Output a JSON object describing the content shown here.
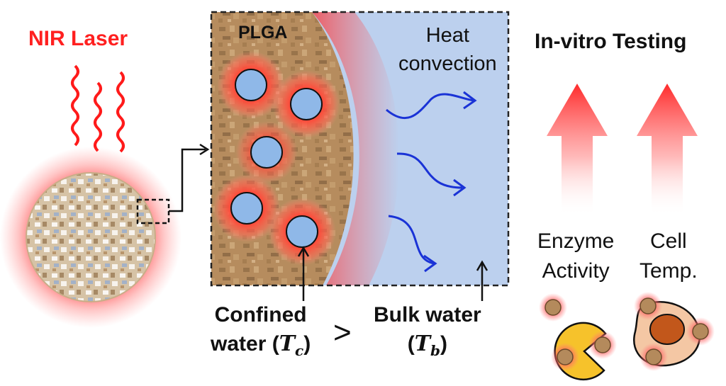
{
  "colors": {
    "laser_red": "#ff2020",
    "plga_brown": "#b48a5c",
    "confined_water_blue": "#8fb8e8",
    "bulk_water_blue": "#bcd0ee",
    "convection_arrow_blue": "#1a33d6",
    "arrow_red": "#ff3030",
    "enzyme_yellow": "#f6c22b",
    "cell_core_brown": "#c2571b",
    "cell_body_peach": "#f4c7a4"
  },
  "icons": {
    "laser_waves": "wavy-lines-icon",
    "nanoparticle": "porous-disc-icon",
    "enzyme": "pacman-icon",
    "cell": "cell-icon",
    "up_arrow": "arrow-up-icon"
  },
  "laser": {
    "title": "NIR Laser"
  },
  "plga": {
    "label": "PLGA"
  },
  "heat": {
    "line1": "Heat",
    "line2": "convection"
  },
  "confined": {
    "line1": "Confined",
    "line2_prefix": "water (",
    "symbol": "T",
    "subscript": "c",
    "suffix": ")"
  },
  "comparison": {
    "symbol": ">"
  },
  "bulk": {
    "line1": "Bulk water",
    "prefix": "(",
    "symbol": "T",
    "subscript": "b",
    "suffix": ")"
  },
  "invitro": {
    "title": "In-vitro Testing",
    "enzyme": {
      "line1": "Enzyme",
      "line2": "Activity"
    },
    "cell": {
      "line1": "Cell",
      "line2": "Temp."
    }
  }
}
